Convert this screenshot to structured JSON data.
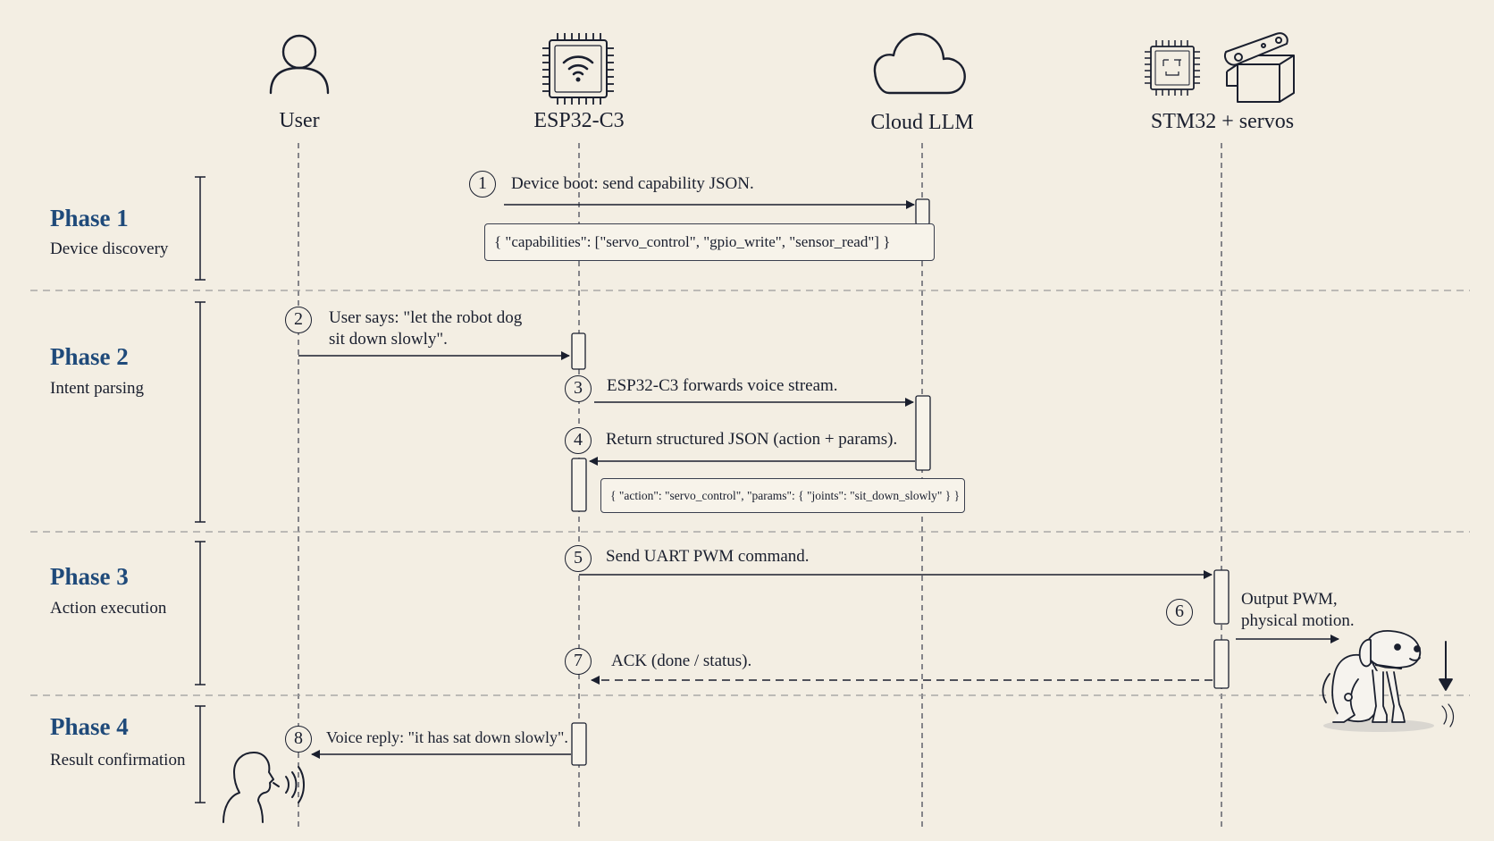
{
  "participants": {
    "user": "User",
    "esp32": "ESP32-C3",
    "cloud": "Cloud LLM",
    "stm32": "STM32 + servos"
  },
  "phases": [
    {
      "title": "Phase 1",
      "subtitle": "Device discovery"
    },
    {
      "title": "Phase 2",
      "subtitle": "Intent parsing"
    },
    {
      "title": "Phase 3",
      "subtitle": "Action execution"
    },
    {
      "title": "Phase 4",
      "subtitle": "Result confirmation"
    }
  ],
  "steps": [
    {
      "num": "1",
      "text": "Device boot: send capability JSON."
    },
    {
      "num": "2",
      "line1": "User says: \"let the robot dog",
      "line2": "sit down slowly\"."
    },
    {
      "num": "3",
      "text": "ESP32-C3 forwards voice stream."
    },
    {
      "num": "4",
      "text": "Return structured JSON (action + params)."
    },
    {
      "num": "5",
      "text": "Send UART PWM command."
    },
    {
      "num": "6",
      "line1": "Output PWM,",
      "line2": "physical motion."
    },
    {
      "num": "7",
      "text": "ACK (done / status)."
    },
    {
      "num": "8",
      "text": "Voice reply: \"it has sat down slowly\"."
    }
  ],
  "json_boxes": {
    "capabilities": "{ \"capabilities\": [\"servo_control\", \"gpio_write\", \"sensor_read\"] }",
    "action": "{ \"action\": \"servo_control\", \"params\": { \"joints\": \"sit_down_slowly\" } }"
  },
  "icons": {
    "user": "person-icon",
    "esp32": "wifi-chip-icon",
    "cloud": "cloud-icon",
    "stm32": "microcontroller-chip-icon",
    "servo": "servo-motor-icon",
    "robot_dog": "robot-dog-icon",
    "speaking_user": "speaking-person-icon"
  },
  "colors": {
    "background": "#f3eee3",
    "ink": "#1a1f2e",
    "phase_title": "#1f4a7a"
  }
}
